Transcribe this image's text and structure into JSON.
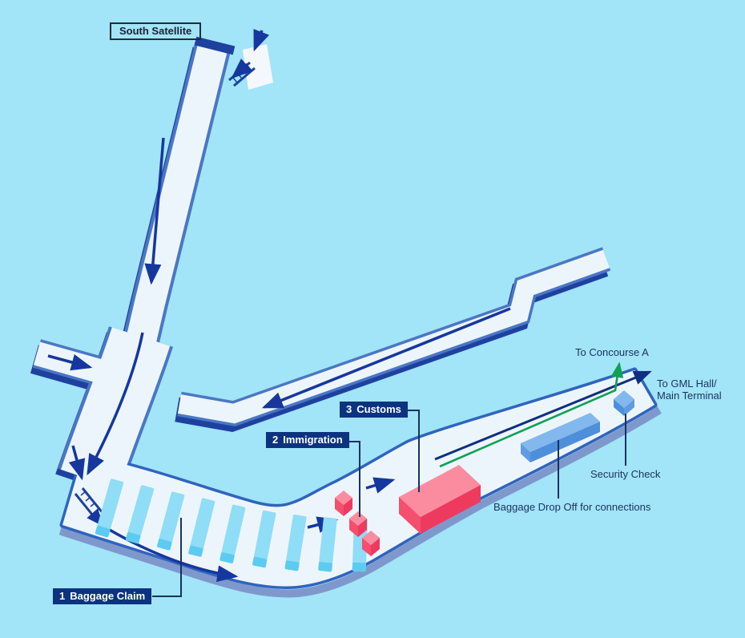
{
  "map": {
    "labels": {
      "south_satellite": "South Satellite",
      "to_concourse_a": "To Concourse A",
      "to_gml_line1": "To GML Hall/",
      "to_gml_line2": "Main Terminal",
      "security_check": "Security Check",
      "baggage_drop_off": "Baggage Drop Off for connections"
    },
    "steps": [
      {
        "number": "1",
        "name": "Baggage Claim"
      },
      {
        "number": "2",
        "name": "Immigration"
      },
      {
        "number": "3",
        "name": "Customs"
      }
    ],
    "colors": {
      "background": "#A2E4F8",
      "corridor_fill": "#EDF5FC",
      "corridor_border": "#4A77C4",
      "corridor_shadow": "#1E41A0",
      "hall_border": "#2F64BE",
      "hall_shade": "#7E98CC",
      "arrow_navy": "#16379E",
      "route_navy": "#0F2F80",
      "route_green": "#0FA156",
      "step_label_bg": "#0C3380",
      "step_label_text": "#FFFFFF",
      "annotation_text": "#19335E",
      "facility_pink_top": "#FB8CA0",
      "facility_pink_front": "#F44F6D",
      "facility_pink_side": "#EE3A5F",
      "carousel_top": "#8FDDF7",
      "carousel_tip": "#5BCBF2",
      "connection_top": "#83B8EF",
      "connection_front": "#4E8FDB"
    }
  }
}
